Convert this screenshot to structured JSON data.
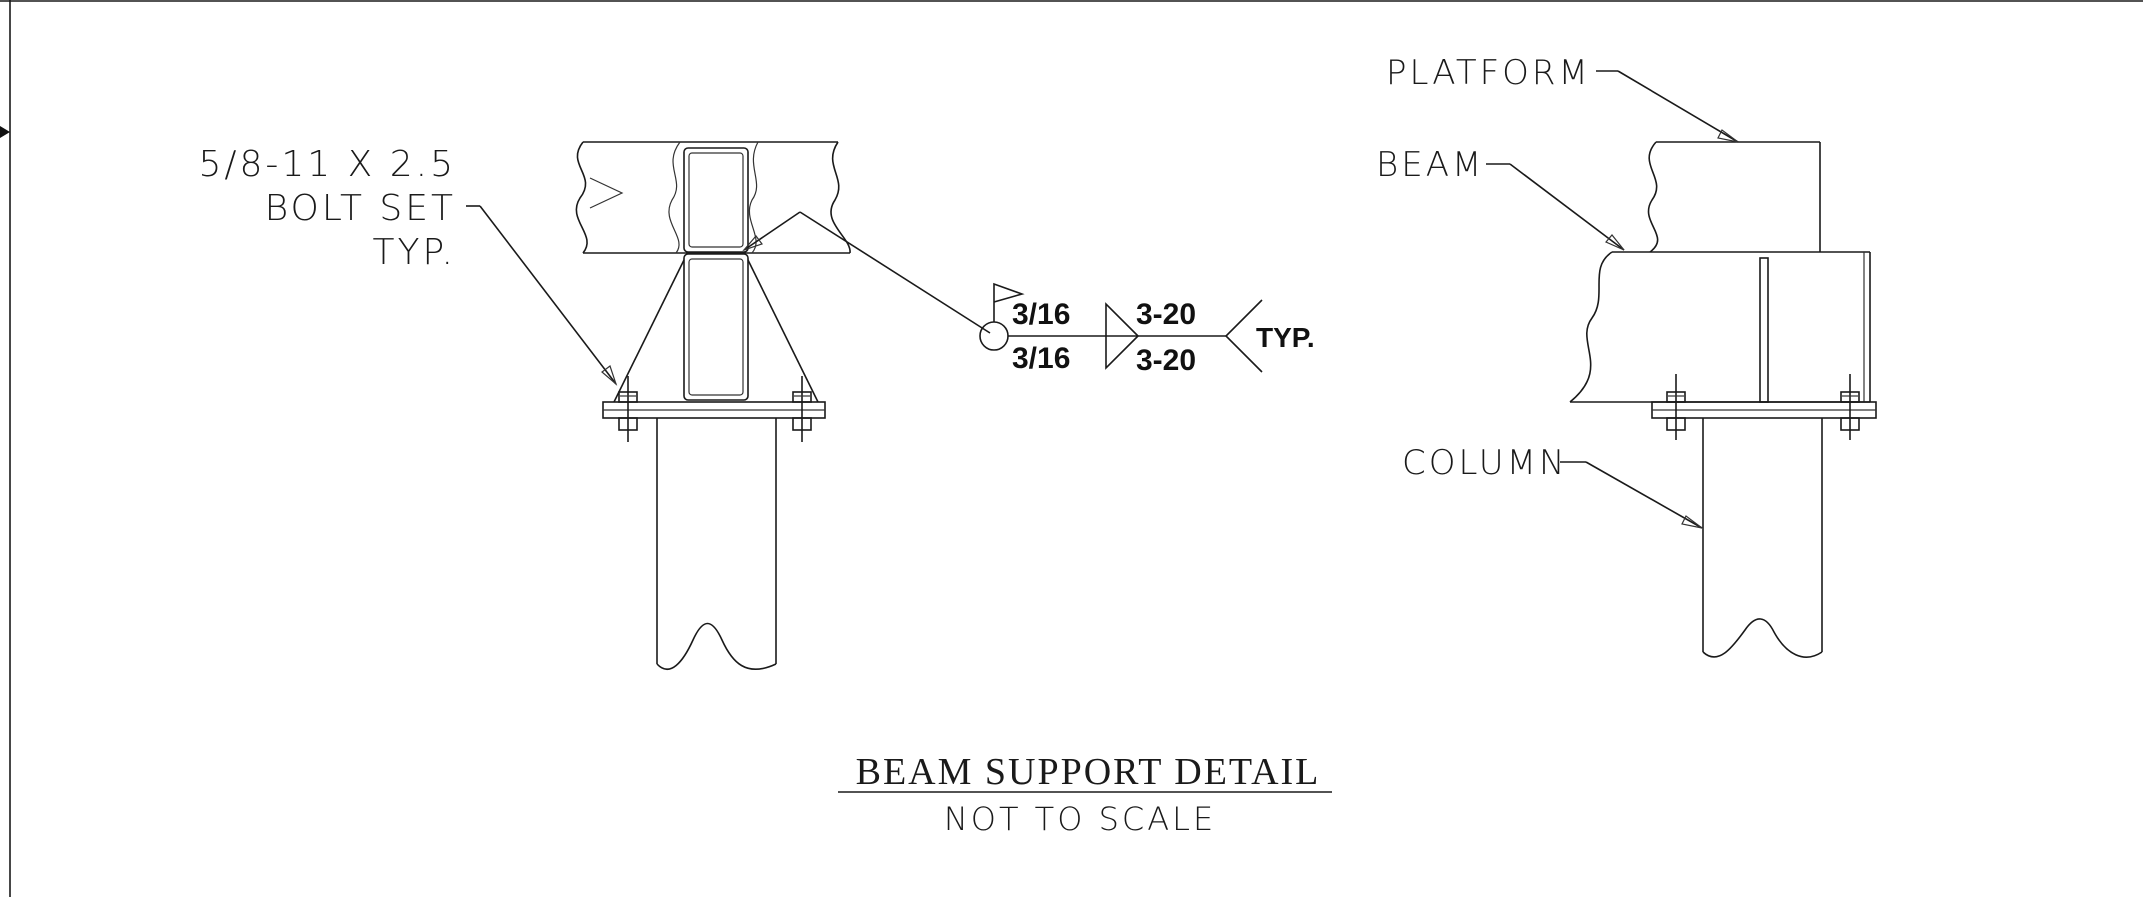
{
  "left_detail": {
    "bolt_callout": [
      "5/8-11 X 2.5",
      "BOLT SET",
      "TYP."
    ]
  },
  "weld_symbol": {
    "arrow_side_size": "3/16",
    "other_side_size": "3/16",
    "arrow_side_length_pitch": "3-20",
    "other_side_length_pitch": "3-20",
    "tail_note": "TYP."
  },
  "right_detail": {
    "platform_label": "PLATFORM",
    "beam_label": "BEAM",
    "column_label": "COLUMN"
  },
  "title_block": {
    "title": "BEAM SUPPORT DETAIL",
    "subtitle": "NOT TO SCALE"
  }
}
